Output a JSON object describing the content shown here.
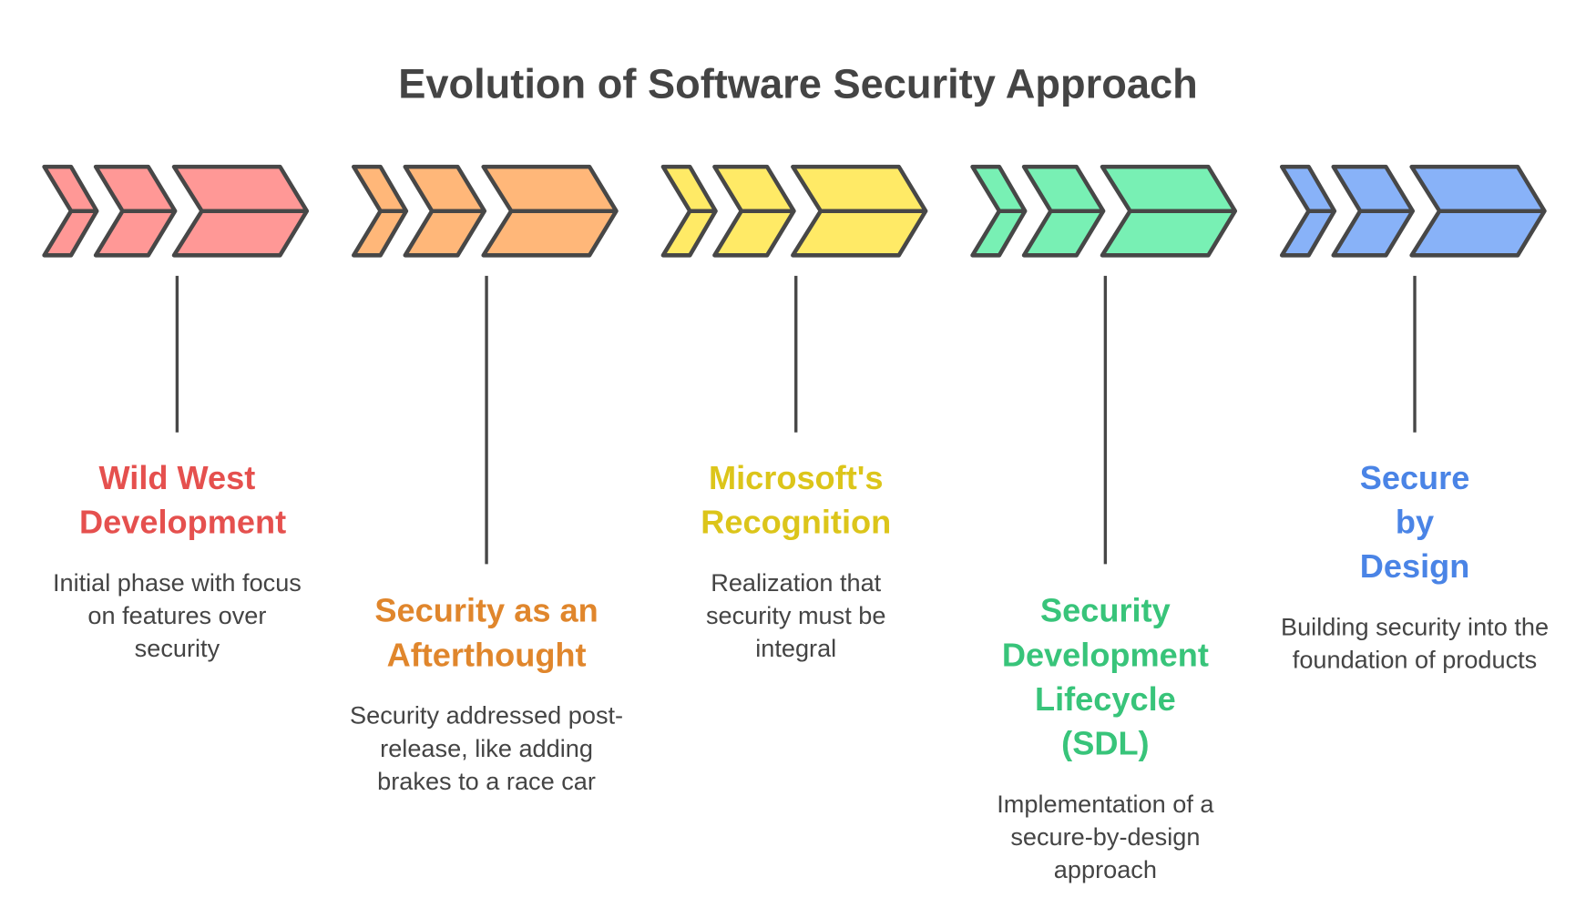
{
  "title": "Evolution of Software Security Approach",
  "stages": [
    {
      "title": "Wild West Development",
      "description": "Initial phase with focus on features over security",
      "color": "#e5504e",
      "fill": "#ff9896"
    },
    {
      "title": "Security as an Afterthought",
      "description": "Security addressed post-release, like adding brakes to a race car",
      "color": "#e0862c",
      "fill": "#ffb779"
    },
    {
      "title": "Microsoft's Recognition",
      "description": "Realization that security must be integral",
      "color": "#dcc51a",
      "fill": "#ffea66"
    },
    {
      "title": "Security Development Lifecycle (SDL)",
      "description": "Implementation of a secure-by-design approach",
      "color": "#38c47a",
      "fill": "#78f0b4"
    },
    {
      "title": "Secure by Design",
      "description": "Building security into the foundation of products",
      "color": "#4a84e6",
      "fill": "#88b2f8"
    }
  ]
}
